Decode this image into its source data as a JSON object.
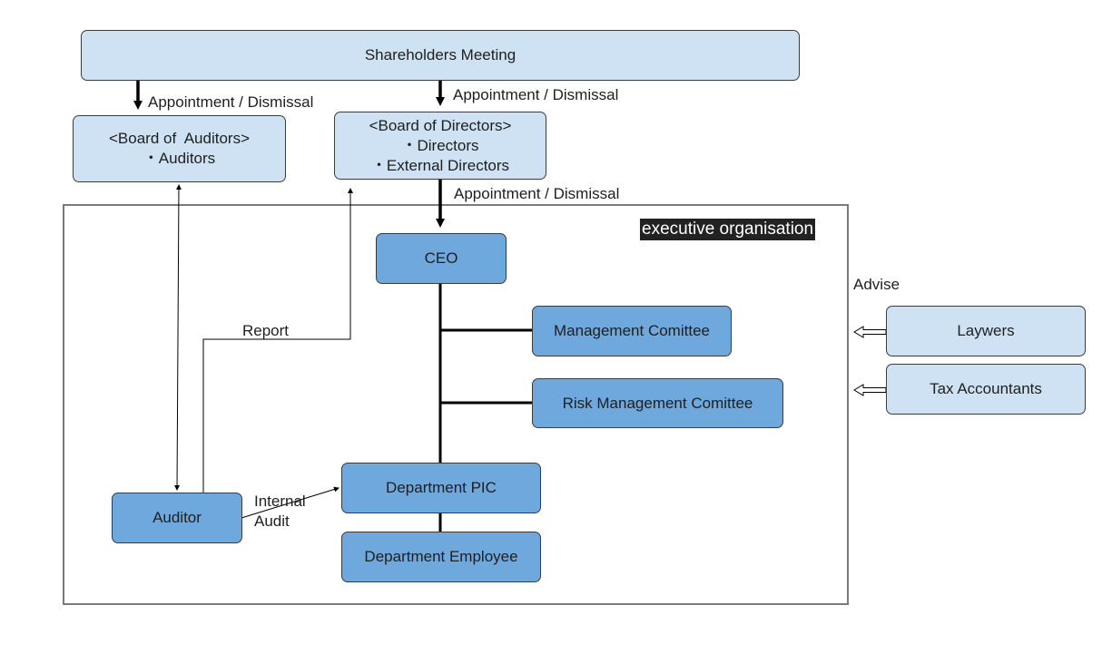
{
  "nodes": {
    "shareholders": "Shareholders Meeting",
    "board_auditors": {
      "title": "<Board of  Auditors>",
      "items": [
        "・Auditors"
      ]
    },
    "board_directors": {
      "title": "<Board of Directors>",
      "items": [
        "・Directors",
        "・External Directors"
      ]
    },
    "ceo": "CEO",
    "management_committee": "Management Comittee",
    "risk_committee": "Risk Management Comittee",
    "department_pic": "Department PIC",
    "department_employee": "Department Employee",
    "auditor": "Auditor",
    "lawyers": "Laywers",
    "tax_accountants": "Tax Accountants"
  },
  "labels": {
    "appoint_auditors": "Appointment / Dismissal",
    "appoint_directors": "Appointment / Dismissal",
    "appoint_ceo": "Appointment / Dismissal",
    "report": "Report",
    "internal_audit_line1": "Internal",
    "internal_audit_line2": "Audit",
    "advise": "Advise",
    "executive_organisation": "executive organisation"
  },
  "colors": {
    "light_box": "#cfe2f3",
    "dark_box": "#6fa8dc",
    "frame": "#7a7a7a",
    "label_bg": "#222222"
  }
}
